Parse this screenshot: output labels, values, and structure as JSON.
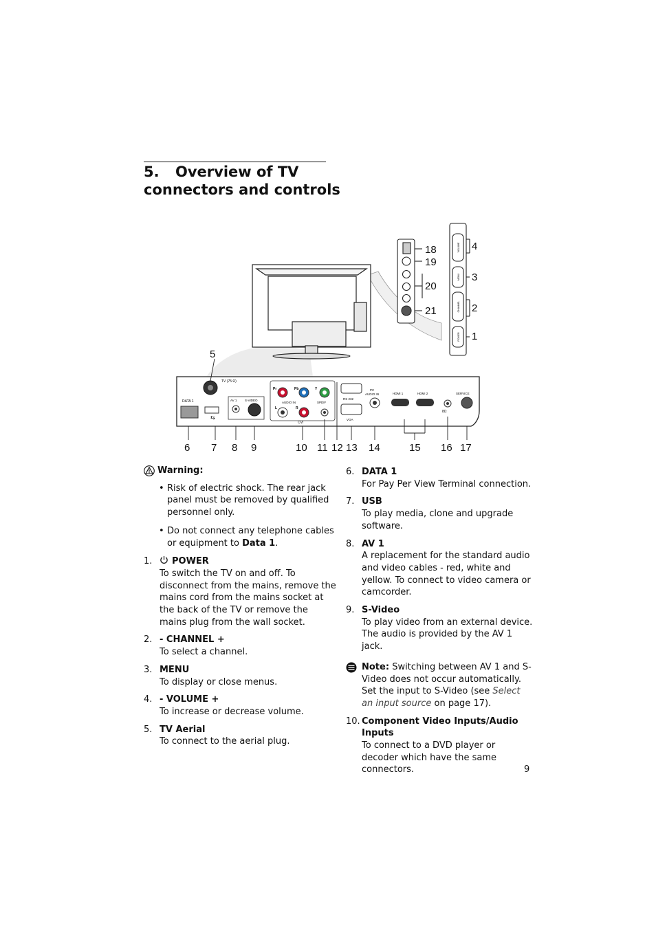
{
  "section": {
    "number": "5.",
    "title": "Overview of TV connectors and controls"
  },
  "diagram": {
    "callouts": [
      "1",
      "2",
      "3",
      "4",
      "5",
      "6",
      "7",
      "8",
      "9",
      "10",
      "11",
      "12",
      "13",
      "14",
      "15",
      "16",
      "17",
      "18",
      "19",
      "20",
      "21"
    ],
    "panel_labels": {
      "tv_aerial": "TV (75 Ω)",
      "data1": "DATA 1",
      "av1": "AV 1",
      "svideo": "S-VIDEO",
      "pr": "Pr",
      "pb": "Pb",
      "y": "Y",
      "audio_in": "AUDIO IN",
      "l": "L",
      "r": "R",
      "spdif": "SPDIF",
      "cvi": "CVI",
      "rs232": "RS 232",
      "vga": "VGA",
      "pc_audio_in_1": "PC",
      "pc_audio_in_2": "AUDIO IN",
      "hdmi1": "HDMI 1",
      "hdmi2": "HDMI 2",
      "service": "SERVICE",
      "headphone": "8Ω"
    },
    "side_labels": {
      "volume": "VOLUME",
      "menu": "MENU",
      "channel": "CHANNEL",
      "power": "POWER"
    }
  },
  "warning": {
    "heading": "Warning:",
    "bullets": [
      "Risk of electric shock. The rear jack panel must be removed by qualified personnel only.",
      "Do not connect any telephone cables or equipment to"
    ],
    "bullet2_bold": "Data 1",
    "bullet2_end": "."
  },
  "items_left": [
    {
      "n": "1.",
      "title": "POWER",
      "desc": "To switch the TV on and off. To disconnect from the mains, remove the mains cord from the mains socket at the back of the TV or remove the mains plug from the wall socket."
    },
    {
      "n": "2.",
      "title": "- CHANNEL +",
      "desc": "To select a channel."
    },
    {
      "n": "3.",
      "title": "MENU",
      "desc": "To display or close menus."
    },
    {
      "n": "4.",
      "title": "- VOLUME +",
      "desc": "To increase or decrease volume."
    },
    {
      "n": "5.",
      "title": "TV Aerial",
      "desc": "To connect to the aerial plug."
    }
  ],
  "items_right": [
    {
      "n": "6.",
      "title": "DATA 1",
      "desc": "For Pay Per View Terminal connection."
    },
    {
      "n": "7.",
      "title": "USB",
      "desc": "To play media, clone and upgrade software."
    },
    {
      "n": "8.",
      "title": "AV 1",
      "desc": "A replacement for the standard audio and video cables - red, white and yellow. To connect to video camera or camcorder."
    },
    {
      "n": "9.",
      "title": "S-Video",
      "desc": "To play video from an external device. The audio is provided by the AV 1 jack."
    }
  ],
  "note": {
    "label": "Note:",
    "text": "Switching between AV 1 and S-Video does not occur automatically. Set the input to S-Video (see",
    "italic": "Select an input source",
    "end": "on page 17)."
  },
  "item10": {
    "n": "10.",
    "title": "Component Video Inputs/Audio Inputs",
    "desc": "To connect to a DVD player or decoder which have the same connectors."
  },
  "page_number": "9",
  "colors": {
    "pr": "#c8102e",
    "pb": "#1f6fb8",
    "y": "#2e9e44",
    "r_audio": "#c8102e"
  }
}
